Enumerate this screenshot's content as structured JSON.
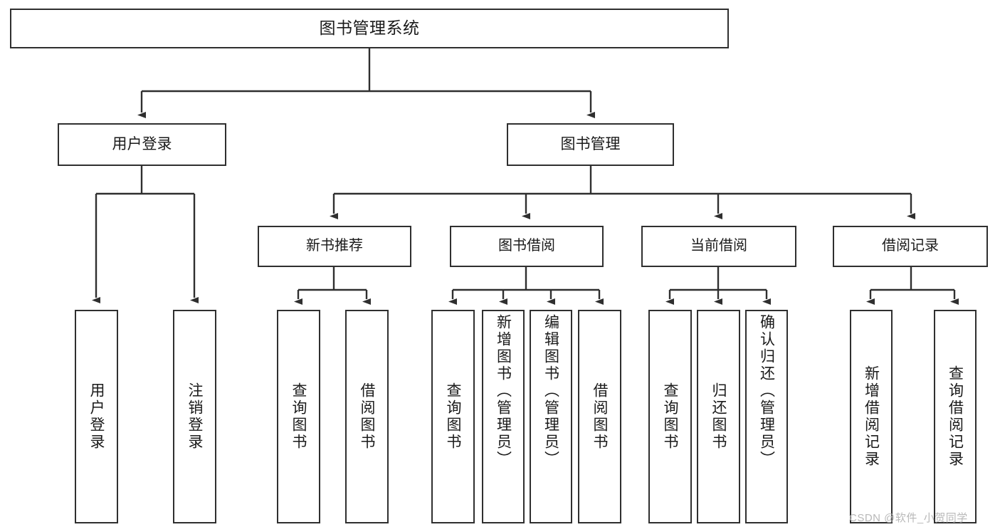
{
  "diagram": {
    "title": "图书管理系统",
    "type": "hierarchy-tree",
    "root": {
      "label": "图书管理系统"
    },
    "level1": [
      {
        "label": "用户登录"
      },
      {
        "label": "图书管理"
      }
    ],
    "level2": [
      {
        "label": "新书推荐"
      },
      {
        "label": "图书借阅"
      },
      {
        "label": "当前借阅"
      },
      {
        "label": "借阅记录"
      }
    ],
    "leaves": {
      "user_login": [
        {
          "label": "用户登录"
        },
        {
          "label": "注销登录"
        }
      ],
      "new_book_recommend": [
        {
          "label": "查询图书"
        },
        {
          "label": "借阅图书"
        }
      ],
      "book_borrow": [
        {
          "label": "查询图书"
        },
        {
          "label": "新增图书（管理员）"
        },
        {
          "label": "编辑图书（管理员）"
        },
        {
          "label": "借阅图书"
        }
      ],
      "current_borrow": [
        {
          "label": "查询图书"
        },
        {
          "label": "归还图书"
        },
        {
          "label": "确认归还（管理员）"
        }
      ],
      "borrow_record": [
        {
          "label": "新增借阅记录"
        },
        {
          "label": "查询借阅记录"
        }
      ]
    }
  },
  "watermark": {
    "text": "CSDN @软件_小贺同学"
  },
  "colors": {
    "stroke": "#2f2f2f",
    "background": "#ffffff",
    "text": "#1a1a1a",
    "watermark": "#b8b8b8"
  }
}
